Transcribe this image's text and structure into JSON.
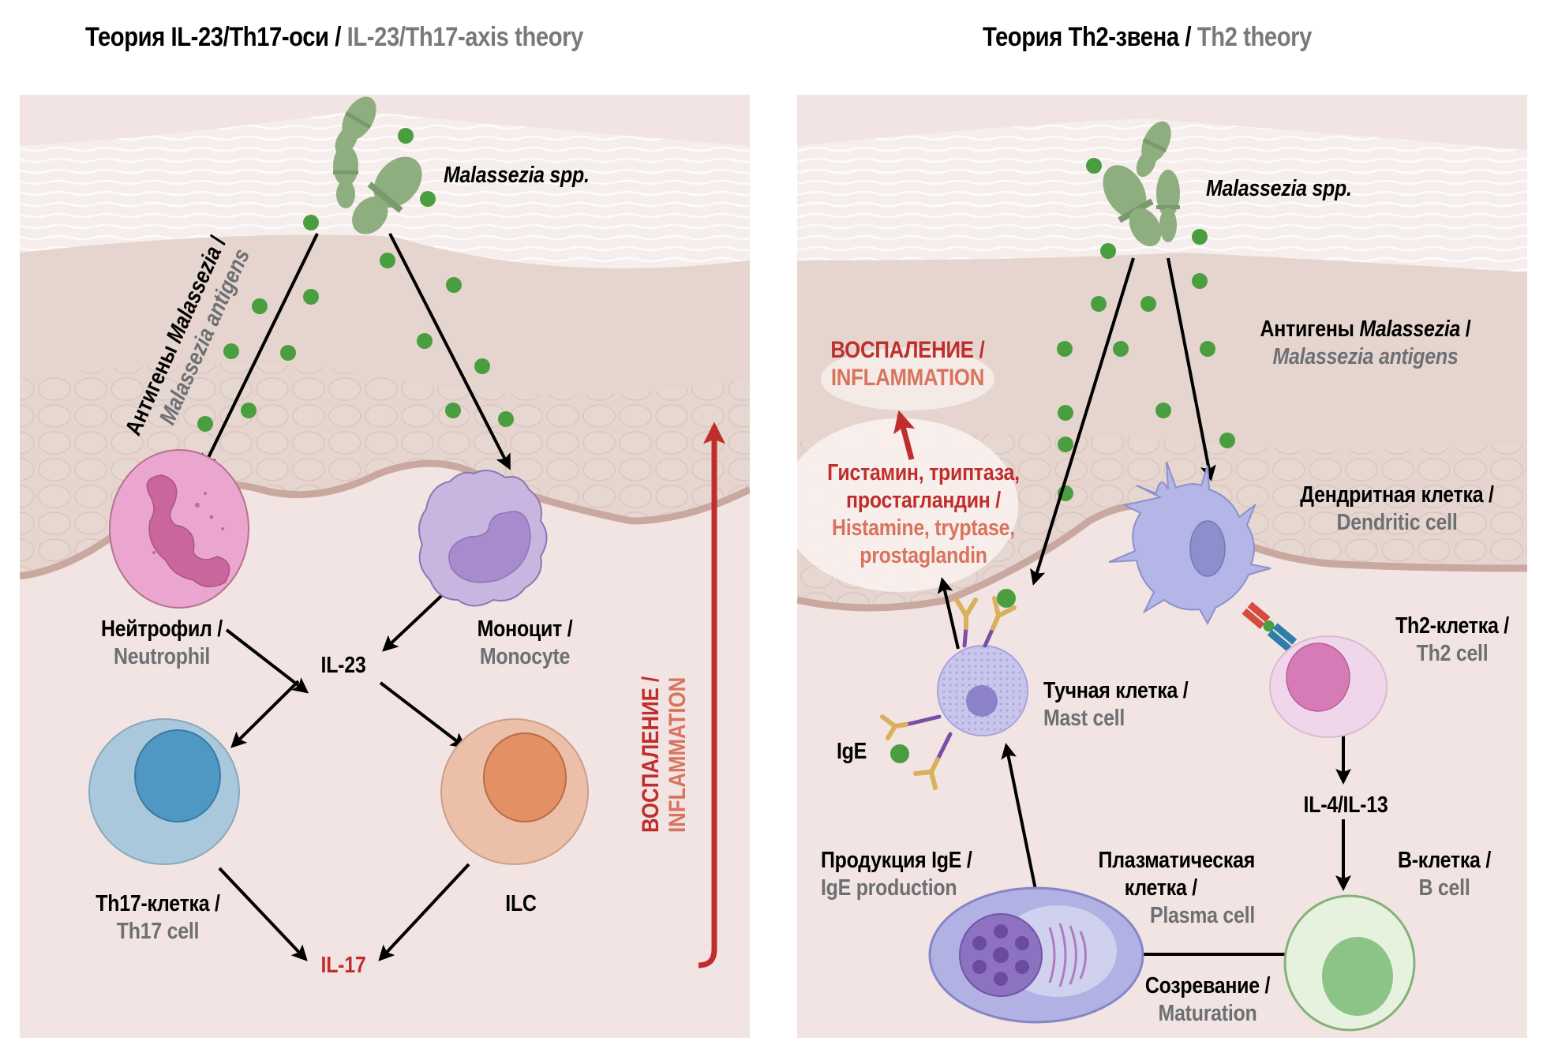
{
  "panels": [
    {
      "id": "il23-th17",
      "title": {
        "ru": "Теория IL-23/Th17-оси / ",
        "en": "IL-23/Th17-axis theory"
      },
      "pathogen": "Malassezia spp.",
      "antigens": {
        "ru_prefix": "Антигены ",
        "ru_italic": "Malassezia",
        "ru_suffix": " /",
        "en": "Malassezia antigens"
      },
      "cells": {
        "neutrophil": {
          "ru": "Нейтрофил /",
          "en": "Neutrophil"
        },
        "monocyte": {
          "ru": "Моноцит /",
          "en": "Monocyte"
        },
        "th17": {
          "ru": "Th17-клетка /",
          "en": "Th17 cell"
        },
        "ilc": {
          "ru": "ILC"
        }
      },
      "cytokines": {
        "il23": "IL-23",
        "il17": "IL-17"
      },
      "outcome": {
        "ru": "ВОСПАЛЕНИЕ /",
        "en": "INFLAMMATION"
      }
    },
    {
      "id": "th2",
      "title": {
        "ru": "Теория Th2-звена / ",
        "en": "Th2 theory"
      },
      "pathogen": "Malassezia spp.",
      "antigens": {
        "ru_prefix": "Антигены ",
        "ru_italic": "Malassezia",
        "ru_suffix": " /",
        "en": "Malassezia antigens"
      },
      "outcome": {
        "ru": "ВОСПАЛЕНИЕ /",
        "en": "INFLAMMATION"
      },
      "mediators": {
        "ru_line1": "Гистамин, триптаза,",
        "ru_line2": "простагландин /",
        "en_line1": "Histamine, tryptase,",
        "en_line2": "prostaglandin"
      },
      "cells": {
        "dendritic": {
          "ru": "Дендритная клетка /",
          "en": "Dendritic cell"
        },
        "th2": {
          "ru": "Th2-клетка /",
          "en": "Th2 cell"
        },
        "mast": {
          "ru": "Тучная клетка /",
          "en": "Mast cell"
        },
        "bcell": {
          "ru": "В-клетка /",
          "en": "B cell"
        },
        "plasma": {
          "ru_line1": "Плазматическая",
          "ru_line2": "клетка /",
          "en": "Plasma cell"
        }
      },
      "ige_label": "IgE",
      "cytokines": {
        "il4_13": "IL-4/IL-13"
      },
      "processes": {
        "ige_production": {
          "ru": "Продукция IgE /",
          "en": "IgE production"
        },
        "maturation": {
          "ru": "Созревание /",
          "en": "Maturation"
        }
      }
    }
  ],
  "colors": {
    "inflammation_red": "#bf2e2c",
    "inflammation_salmon": "#d9735e",
    "english_gray": "#6d7073",
    "antigen_green": "#4a9e3f",
    "fungus_green": "#8fae80"
  }
}
